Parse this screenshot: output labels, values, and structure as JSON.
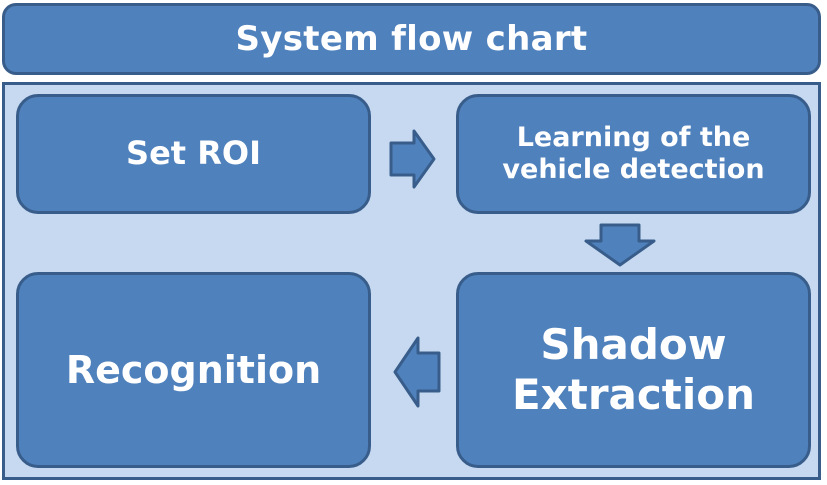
{
  "title": "System flow chart",
  "colors": {
    "box_fill": "#4f81bd",
    "box_border": "#385d8a",
    "panel_fill": "#c6d9f1",
    "text": "#ffffff"
  },
  "steps": [
    {
      "id": "set_roi",
      "label": "Set ROI"
    },
    {
      "id": "learning",
      "label": "Learning of the\nvehicle detection"
    },
    {
      "id": "shadow",
      "label": "Shadow\nExtraction"
    },
    {
      "id": "recognition",
      "label": "Recognition"
    }
  ],
  "arrows": [
    {
      "from": "set_roi",
      "to": "learning",
      "direction": "right"
    },
    {
      "from": "learning",
      "to": "shadow",
      "direction": "down"
    },
    {
      "from": "shadow",
      "to": "recognition",
      "direction": "left"
    }
  ]
}
